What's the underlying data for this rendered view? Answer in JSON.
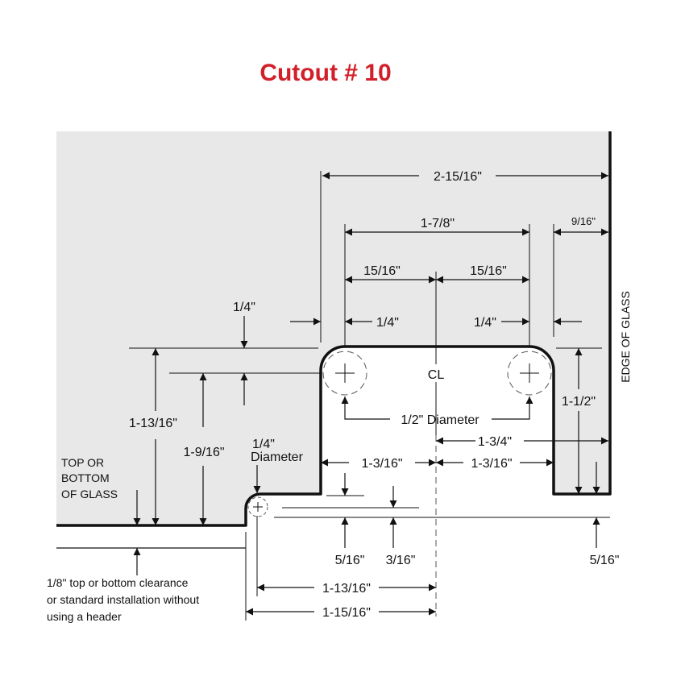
{
  "title": "Cutout # 10",
  "colors": {
    "title": "#d2202a",
    "glass": "#e8e8e8",
    "line": "#111111"
  },
  "labels": {
    "edge_of_glass": "EDGE OF GLASS",
    "top_bottom_glass": [
      "TOP OR",
      "BOTTOM",
      "OF GLASS"
    ],
    "clearance_note": [
      "1/8\" top or bottom clearance",
      "or standard installation without",
      "using a header"
    ],
    "centerline": "CL",
    "hole_diameter": "1/2\" Diameter",
    "small_hole": [
      "1/4\"",
      "Diameter"
    ]
  },
  "dimensions": {
    "overall_width": "2-15/16\"",
    "hole_spacing": "1-7/8\"",
    "right_margin": "9/16\"",
    "half_spacing_left": "15/16\"",
    "half_spacing_right": "15/16\"",
    "hole_offset_left": "1/4\"",
    "hole_offset_right": "1/4\"",
    "top_offset": "1/4\"",
    "height_total": "1-13/16\"",
    "height_hole": "1-9/16\"",
    "right_height": "1-1/2\"",
    "cl_to_edge": "1-3/4\"",
    "half_width_left": "1-3/16\"",
    "half_width_right": "1-3/16\"",
    "step_left": "5/16\"",
    "step_mid": "3/16\"",
    "step_right": "5/16\"",
    "small_hole_to_cl": "1-13/16\"",
    "corner_to_cl": "1-15/16\""
  }
}
